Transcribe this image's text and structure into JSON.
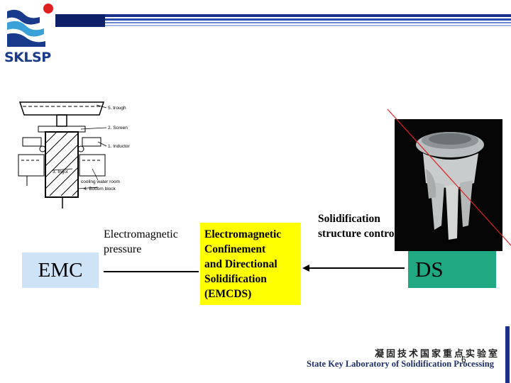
{
  "header": {
    "logo_text": "SKLSP"
  },
  "diagram": {
    "labels": [
      "5. trough",
      "2. Screen",
      "1. Inductor",
      "3. Ingot",
      "cooling water room",
      "4. Bottom block"
    ]
  },
  "emc": {
    "label": "EMC"
  },
  "em_pressure": {
    "text": "Electromagnetic pressure"
  },
  "center": {
    "lines": [
      "Electromagnetic",
      "Confinement",
      "and Directional",
      "Solidification",
      "(EMCDS)"
    ]
  },
  "solidification": {
    "text": "Solidification structure control"
  },
  "ds": {
    "label": "DS"
  },
  "footer": {
    "cn": "凝固技术国家重点实验室",
    "en": "State Key Laboratory of Solidification Processing",
    "page": "6"
  },
  "colors": {
    "emc_bg": "#cfe3f6",
    "center_bg": "#ffff00",
    "ds_bg": "#1fa882",
    "red_line": "#e02020",
    "brand_blue": "#1a3a8c"
  }
}
